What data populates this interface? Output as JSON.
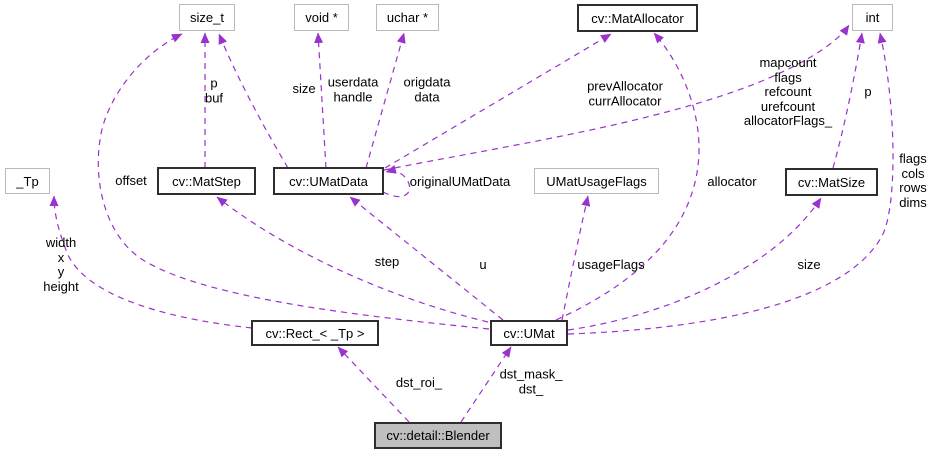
{
  "diagram": {
    "title": "cv::detail::Blender collaboration graph",
    "nodes": [
      {
        "id": "size_t",
        "label": "size_t",
        "style": "plain"
      },
      {
        "id": "void_ptr",
        "label": "void *",
        "style": "plain"
      },
      {
        "id": "uchar_ptr",
        "label": "uchar *",
        "style": "plain"
      },
      {
        "id": "mat_allocator",
        "label": "cv::MatAllocator",
        "style": "linked"
      },
      {
        "id": "int",
        "label": "int",
        "style": "plain"
      },
      {
        "id": "tp",
        "label": "_Tp",
        "style": "plain"
      },
      {
        "id": "mat_step",
        "label": "cv::MatStep",
        "style": "linked"
      },
      {
        "id": "umat_data",
        "label": "cv::UMatData",
        "style": "linked"
      },
      {
        "id": "umat_usage_flags",
        "label": "UMatUsageFlags",
        "style": "plain"
      },
      {
        "id": "mat_size",
        "label": "cv::MatSize",
        "style": "linked"
      },
      {
        "id": "rect",
        "label": "cv::Rect_< _Tp >",
        "style": "linked"
      },
      {
        "id": "umat",
        "label": "cv::UMat",
        "style": "linked"
      },
      {
        "id": "blender",
        "label": "cv::detail::Blender",
        "style": "current"
      }
    ],
    "edge_labels": [
      {
        "id": "offset",
        "lines": [
          "offset"
        ]
      },
      {
        "id": "p_buf",
        "lines": [
          "p",
          "buf"
        ]
      },
      {
        "id": "size_umatdata",
        "lines": [
          "size"
        ]
      },
      {
        "id": "userdata_handle",
        "lines": [
          "userdata",
          "handle"
        ]
      },
      {
        "id": "origdata_data",
        "lines": [
          "origdata",
          "data"
        ]
      },
      {
        "id": "prev_curr_allocator",
        "lines": [
          "prevAllocator",
          "currAllocator"
        ]
      },
      {
        "id": "int_members",
        "lines": [
          "mapcount",
          "flags",
          "refcount",
          "urefcount",
          "allocatorFlags_"
        ]
      },
      {
        "id": "p_matsize",
        "lines": [
          "p"
        ]
      },
      {
        "id": "original_umat_data",
        "lines": [
          "originalUMatData"
        ]
      },
      {
        "id": "allocator",
        "lines": [
          "allocator"
        ]
      },
      {
        "id": "flags_cols_rows_dims",
        "lines": [
          "flags",
          "cols",
          "rows",
          "dims"
        ]
      },
      {
        "id": "width_x_y_height",
        "lines": [
          "width",
          "x",
          "y",
          "height"
        ]
      },
      {
        "id": "step",
        "lines": [
          "step"
        ]
      },
      {
        "id": "u",
        "lines": [
          "u"
        ]
      },
      {
        "id": "usage_flags",
        "lines": [
          "usageFlags"
        ]
      },
      {
        "id": "size_umat",
        "lines": [
          "size"
        ]
      },
      {
        "id": "dst_roi",
        "lines": [
          "dst_roi_"
        ]
      },
      {
        "id": "dst_mask_dst",
        "lines": [
          "dst_mask_",
          "dst_"
        ]
      }
    ],
    "edges": [
      {
        "from": "cv::UMat",
        "to": "size_t",
        "label_id": "offset"
      },
      {
        "from": "cv::MatStep",
        "to": "size_t",
        "label_id": "p_buf"
      },
      {
        "from": "cv::UMatData",
        "to": "size_t",
        "label_id": "size_umatdata"
      },
      {
        "from": "cv::UMatData",
        "to": "void *",
        "label_id": "userdata_handle"
      },
      {
        "from": "cv::UMatData",
        "to": "uchar *",
        "label_id": "origdata_data"
      },
      {
        "from": "cv::UMatData",
        "to": "cv::MatAllocator",
        "label_id": "prev_curr_allocator"
      },
      {
        "from": "cv::UMatData",
        "to": "int",
        "label_id": "int_members"
      },
      {
        "from": "cv::UMatData",
        "to": "cv::UMatData",
        "label_id": "original_umat_data"
      },
      {
        "from": "cv::MatSize",
        "to": "int",
        "label_id": "p_matsize"
      },
      {
        "from": "cv::UMat",
        "to": "int",
        "label_id": "flags_cols_rows_dims"
      },
      {
        "from": "cv::UMat",
        "to": "cv::MatSize",
        "label_id": "size_umat"
      },
      {
        "from": "cv::UMat",
        "to": "cv::MatAllocator",
        "label_id": "allocator"
      },
      {
        "from": "cv::UMat",
        "to": "UMatUsageFlags",
        "label_id": "usage_flags"
      },
      {
        "from": "cv::UMat",
        "to": "cv::UMatData",
        "label_id": "u"
      },
      {
        "from": "cv::UMat",
        "to": "cv::MatStep",
        "label_id": "step"
      },
      {
        "from": "cv::Rect_< _Tp >",
        "to": "_Tp",
        "label_id": "width_x_y_height"
      },
      {
        "from": "cv::detail::Blender",
        "to": "cv::Rect_< _Tp >",
        "label_id": "dst_roi"
      },
      {
        "from": "cv::detail::Blender",
        "to": "cv::UMat",
        "label_id": "dst_mask_dst"
      }
    ]
  },
  "colors": {
    "edge": "#9a32cd",
    "node_fill": "#ffffff",
    "node_border_plain": "#b9b9b9",
    "node_border_linked": "#2e2e2e",
    "highlight_fill": "#bfbfbf",
    "text": "#000000",
    "background": "#ffffff"
  }
}
